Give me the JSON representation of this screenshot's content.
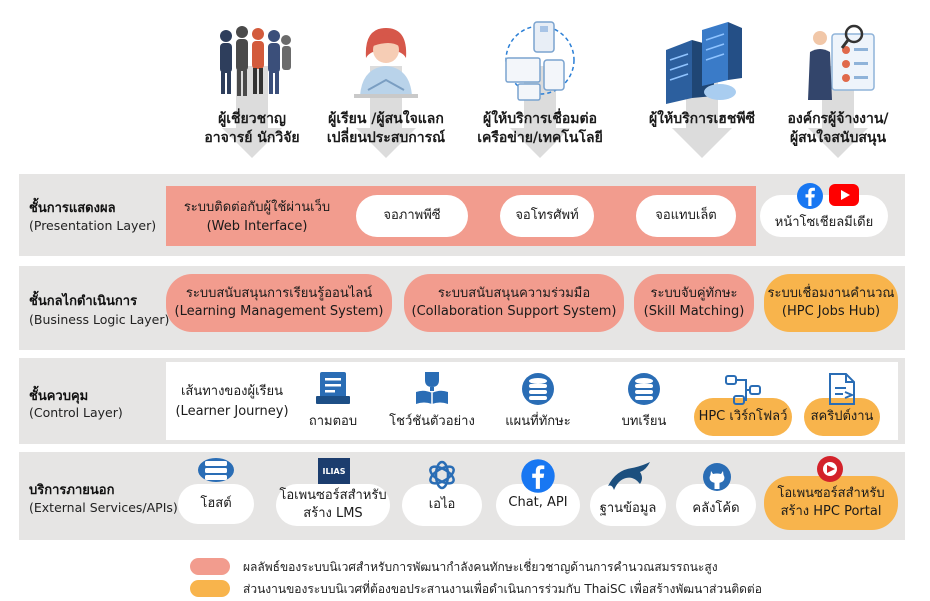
{
  "stakeholders": [
    {
      "label": "ผู้เชี่ยวชาญ\nอาจารย์ นักวิจัย",
      "icon": "experts-group-icon"
    },
    {
      "label": "ผู้เรียน /ผู้สนใจแลก\nเปลี่ยนประสบการณ์",
      "icon": "learner-icon"
    },
    {
      "label": "ผู้ให้บริการเชื่อมต่อ\nเครือข่าย/เทคโนโลยี",
      "icon": "network-devices-icon"
    },
    {
      "label": "ผู้ให้บริการเฮชพีซี",
      "icon": "server-rack-icon"
    },
    {
      "label": "องค์กรผู้จ้างงาน/\nผู้สนใจสนับสนุน",
      "icon": "employer-icon"
    }
  ],
  "layers": {
    "presentation": {
      "title": "ชั้นการแสดงผล",
      "subtitle": "(Presentation Layer)",
      "web_line1": "ระบบติดต่อกับผู้ใช้ผ่านเว็บ",
      "web_line2": "(Web Interface)",
      "pc": "จอภาพพีซี",
      "phone": "จอโทรศัพท์",
      "tablet": "จอแทบเล็ต",
      "social": "หน้าโซเชียลมีเดีย"
    },
    "business": {
      "title": "ชั้นกลไกดำเนินการ",
      "subtitle": "(Business Logic Layer)",
      "lms_line1": "ระบบสนับสนุนการเรียนรู้ออนไลน์",
      "lms_line2": "(Learning Management System)",
      "collab_line1": "ระบบสนับสนุนความร่วมมือ",
      "collab_line2": "(Collaboration Support System)",
      "skill_line1": "ระบบจับคู่ทักษะ",
      "skill_line2": "(Skill Matching)",
      "jobs_line1": "ระบบเชื่อมงานคำนวณ",
      "jobs_line2": "(HPC Jobs Hub)"
    },
    "control": {
      "title": "ชั้นควบคุม",
      "subtitle": "(Control Layer)",
      "journey_line1": "เส้นทางของผู้เรียน",
      "journey_line2": "(Learner Journey)",
      "qa": "ถามตอบ",
      "showcase": "โชว์ชันตัวอย่าง",
      "skill_map": "แผนที่ทักษะ",
      "lessons": "บทเรียน",
      "workflow": "HPC เวิร์กโฟลว์",
      "scripts": "สคริปต์งาน"
    },
    "external": {
      "title": "บริการภายนอก",
      "subtitle": "(External Services/APIs)",
      "host": "โฮสต์",
      "lms_line1": "โอเพนซอร์สสำหรับ",
      "lms_line2": "สร้าง  LMS",
      "ilias": "ILIAS",
      "ai": "เอไอ",
      "chat": "Chat, API",
      "db": "ฐานข้อมูล",
      "code": "คลังโค้ด",
      "portal_line1": "โอเพนซอร์สสำหรับ",
      "portal_line2": "สร้าง HPC Portal"
    }
  },
  "legend": [
    {
      "text": "ผลลัพธ์ของระบบนิเวศสำหรับการพัฒนากำลังคนทักษะเชี่ยวชาญด้านการคำนวณสมรรถนะสูง",
      "color": "#f29c8e"
    },
    {
      "text": "ส่วนงานของระบบนิเวศที่ต้องขอประสานงานเพื่อดำเนินการร่วมกับ ThaiSC เพื่อสร้างพัฒนาส่วนติดต่อ",
      "color": "#f8b44c"
    }
  ],
  "colors": {
    "salmon": "#f29c8e",
    "orange": "#f8b44c",
    "band": "#e6e5e4",
    "icon_blue": "#2a6db5",
    "facebook": "#1877f2",
    "youtube": "#ff0000"
  }
}
